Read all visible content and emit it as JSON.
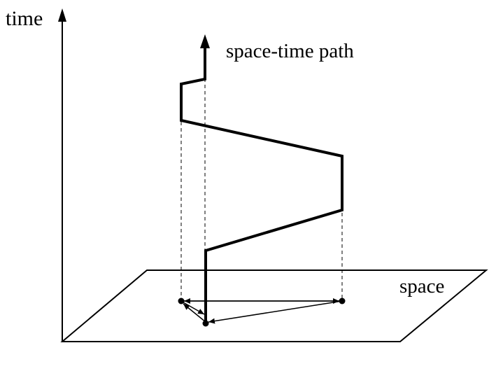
{
  "labels": {
    "time_axis": "time",
    "path": "space-time path",
    "plane": "space"
  },
  "colors": {
    "ink": "#000000",
    "background": "#ffffff"
  }
}
